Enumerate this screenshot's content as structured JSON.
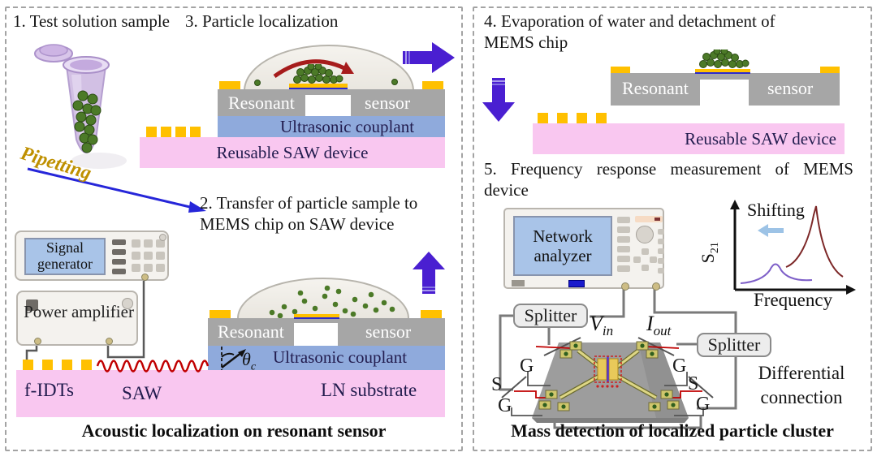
{
  "colors": {
    "accent_purple": "#4a1fd1",
    "saw_pink": "#f9c7f0",
    "couplant_blue": "#8faadc",
    "chip_gray": "#a6a6a6",
    "pad_gold": "#ffc000",
    "wave_red": "#c00000",
    "particle_green": "#4c7a28",
    "pipetting_gold": "#bf9000",
    "screen_blue": "#a9c4e8",
    "shifting_arrow_blue": "#9dc3e6"
  },
  "left_panel": {
    "step1_label": "1. Test solution sample",
    "step3_label": "3. Particle localization",
    "pipetting_label": "Pipetting",
    "step2_label": "2. Transfer of particle sample to MEMS chip on SAW device",
    "instruments": {
      "signal_generator": "Signal generator",
      "power_amplifier": "Power amplifier"
    },
    "device_step3": {
      "resonant": "Resonant",
      "sensor": "sensor",
      "couplant": "Ultrasonic couplant",
      "saw_device": "Reusable SAW device"
    },
    "device_step2": {
      "resonant": "Resonant",
      "sensor": "sensor",
      "couplant": "Ultrasonic couplant",
      "substrate": "LN substrate",
      "fidts": "f-IDTs",
      "saw": "SAW",
      "theta": "θ",
      "theta_sub": "c"
    },
    "caption": "Acoustic localization on resonant sensor"
  },
  "right_panel": {
    "step4_label": "4. Evaporation of water and detachment of MEMS chip",
    "step5_label": "5. Frequency response measurement of MEMS device",
    "device_step4": {
      "resonant": "Resonant",
      "sensor": "sensor",
      "saw_device": "Reusable SAW device"
    },
    "network_analyzer_label": "Network analyzer",
    "inset_chart": {
      "shifting": "Shifting",
      "y_label": "S",
      "y_label_sub": "21",
      "x_label": "Frequency"
    },
    "splitter_left": "Splitter",
    "splitter_right": "Splitter",
    "v_in": {
      "base": "V",
      "sub": "in"
    },
    "i_out": {
      "base": "I",
      "sub": "out"
    },
    "gsg_left": [
      "G",
      "S",
      "G"
    ],
    "gsg_right": [
      "G",
      "S",
      "G"
    ],
    "differential_label": "Differential connection",
    "caption": "Mass detection of localized particle cluster"
  }
}
